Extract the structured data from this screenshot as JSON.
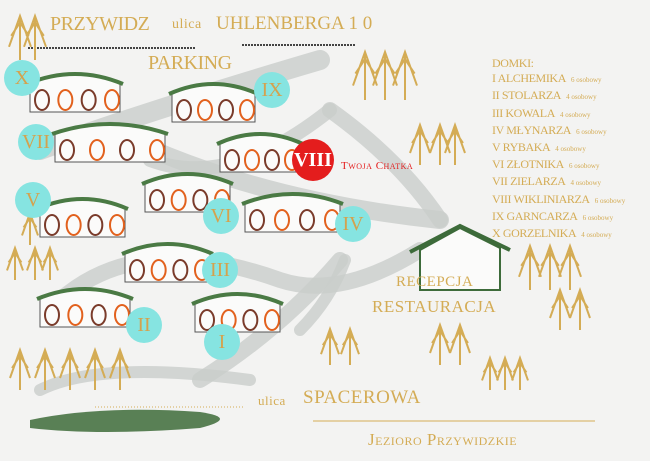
{
  "labels": {
    "town": "PRZYWIDZ",
    "street_top_prefix": "ulica",
    "street_top": "UHLENBERGA 1 0",
    "parking": "PARKING",
    "your_cabin": "Twoja Chatka",
    "reception": "RECEPCJA",
    "restaurant": "RESTAURACJA",
    "street_bottom_prefix": "ulica",
    "street_bottom": "SPACEROWA",
    "lake": "Jezioro Przywidzkie"
  },
  "markers": [
    "I",
    "II",
    "III",
    "IV",
    "V",
    "VI",
    "VII",
    "VIII",
    "IX",
    "X"
  ],
  "highlighted_marker": "VIII",
  "legend": {
    "title": "DOMKI:",
    "items": [
      {
        "num": "I",
        "name": "ALCHEMIKA",
        "capacity": "6 osobowy"
      },
      {
        "num": "II",
        "name": "STOLARZA",
        "capacity": "4 osobowy"
      },
      {
        "num": "III",
        "name": "KOWALA",
        "capacity": "4 osobowy"
      },
      {
        "num": "IV",
        "name": "MŁYNARZA",
        "capacity": "6 osobowy"
      },
      {
        "num": "V",
        "name": "RYBAKA",
        "capacity": "4 osobowy"
      },
      {
        "num": "VI",
        "name": "ZŁOTNIKA",
        "capacity": "6 osobowy"
      },
      {
        "num": "VII",
        "name": "ZIELARZA",
        "capacity": "4 osobowy"
      },
      {
        "num": "VIII",
        "name": "WIKLINIARZA",
        "capacity": "6 osobowy"
      },
      {
        "num": "IX",
        "name": "GARNCARZA",
        "capacity": "6 osobowy"
      },
      {
        "num": "X",
        "name": "GORZELNIKA",
        "capacity": "4 osobowy"
      }
    ]
  },
  "colors": {
    "gold": "#d4ac55",
    "marker": "#86e4e1",
    "highlight": "#e41d1d",
    "roof": "#4a7a44",
    "path": "#c9cdca"
  }
}
